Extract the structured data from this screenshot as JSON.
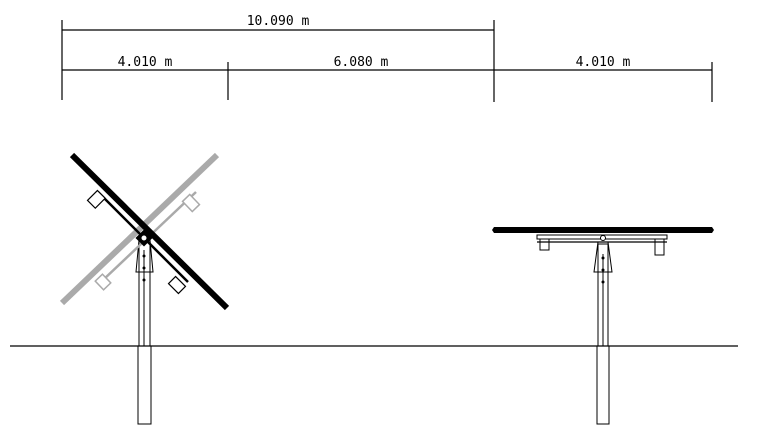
{
  "dimensions": {
    "total": "10.090 m",
    "left_segment": "4.010 m",
    "middle_segment": "6.080 m",
    "right_segment": "4.010 m"
  },
  "colors": {
    "line": "#000000",
    "ghost_panel": "#aaaaaa",
    "background": "#ffffff"
  }
}
